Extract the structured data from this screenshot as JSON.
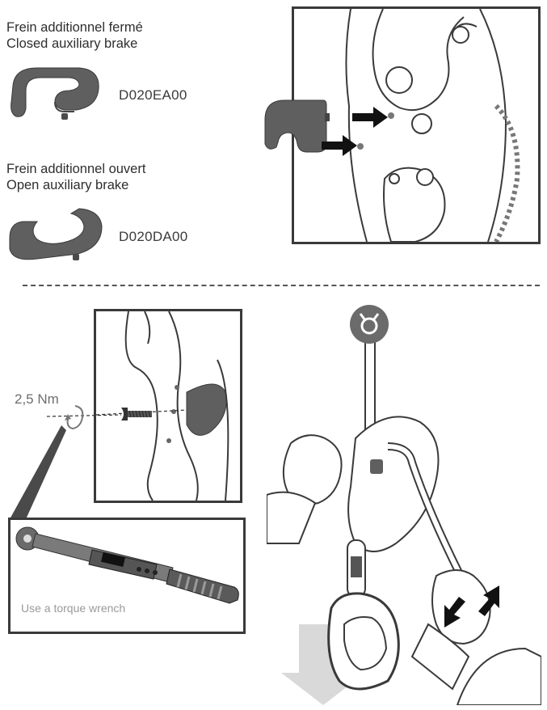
{
  "closed_brake": {
    "label_fr": "Frein additionnel fermé",
    "label_en": "Closed auxiliary brake",
    "part_code": "D020EA00"
  },
  "open_brake": {
    "label_fr": "Frein additionnel ouvert",
    "label_en": "Open auxiliary brake",
    "part_code": "D020DA00"
  },
  "torque": {
    "value": "2,5 Nm"
  },
  "wrench_panel": {
    "caption": "Use a torque wrench"
  },
  "colors": {
    "part_gray": "#5f5f5f",
    "line": "#3a3a3a",
    "arrow": "#111111",
    "badge": "#6b6b6b",
    "down_arrow": "#d9d9d9"
  }
}
